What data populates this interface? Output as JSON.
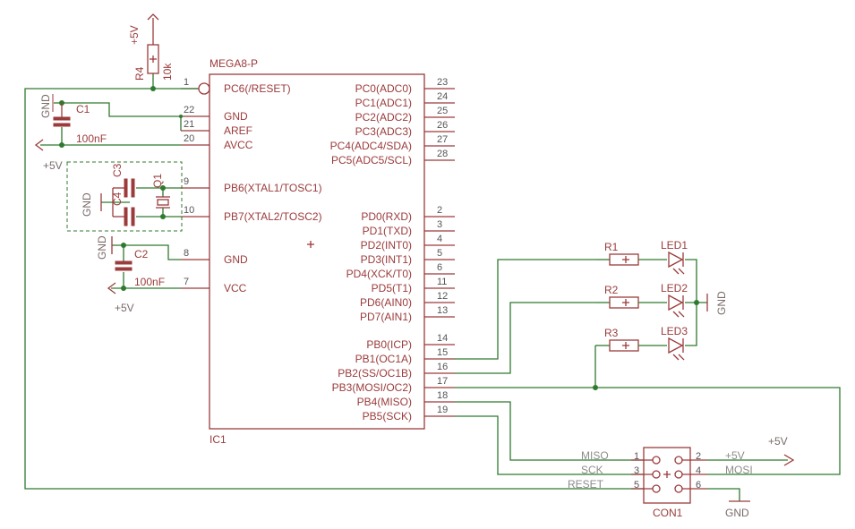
{
  "ic": {
    "name": "IC1",
    "value": "MEGA8-P",
    "left_pins": [
      {
        "num": "1",
        "label": "PC6(/RESET)"
      },
      {
        "num": "22",
        "label": "GND"
      },
      {
        "num": "21",
        "label": "AREF"
      },
      {
        "num": "20",
        "label": "AVCC"
      },
      {
        "num": "9",
        "label": "PB6(XTAL1/TOSC1)"
      },
      {
        "num": "10",
        "label": "PB7(XTAL2/TOSC2)"
      },
      {
        "num": "8",
        "label": "GND"
      },
      {
        "num": "7",
        "label": "VCC"
      }
    ],
    "right_pins": [
      {
        "num": "23",
        "label": "PC0(ADC0)"
      },
      {
        "num": "24",
        "label": "PC1(ADC1)"
      },
      {
        "num": "25",
        "label": "PC2(ADC2)"
      },
      {
        "num": "26",
        "label": "PC3(ADC3)"
      },
      {
        "num": "27",
        "label": "PC4(ADC4/SDA)"
      },
      {
        "num": "28",
        "label": "PC5(ADC5/SCL)"
      },
      {
        "num": "2",
        "label": "PD0(RXD)"
      },
      {
        "num": "3",
        "label": "PD1(TXD)"
      },
      {
        "num": "4",
        "label": "PD2(INT0)"
      },
      {
        "num": "5",
        "label": "PD3(INT1)"
      },
      {
        "num": "6",
        "label": "PD4(XCK/T0)"
      },
      {
        "num": "11",
        "label": "PD5(T1)"
      },
      {
        "num": "12",
        "label": "PD6(AIN0)"
      },
      {
        "num": "13",
        "label": "PD7(AIN1)"
      },
      {
        "num": "14",
        "label": "PB0(ICP)"
      },
      {
        "num": "15",
        "label": "PB1(OC1A)"
      },
      {
        "num": "16",
        "label": "PB2(SS/OC1B)"
      },
      {
        "num": "17",
        "label": "PB3(MOSI/OC2)"
      },
      {
        "num": "18",
        "label": "PB4(MISO)"
      },
      {
        "num": "19",
        "label": "PB5(SCK)"
      }
    ]
  },
  "r4": {
    "name": "R4",
    "value": "10k"
  },
  "c1": {
    "name": "C1",
    "value": "100nF"
  },
  "c2": {
    "name": "C2",
    "value": "100nF"
  },
  "c3": {
    "name": "C3"
  },
  "c4": {
    "name": "C4"
  },
  "q1": {
    "name": "Q1"
  },
  "resistors": [
    "R1",
    "R2",
    "R3"
  ],
  "leds": [
    "LED1",
    "LED2",
    "LED3"
  ],
  "supply": {
    "vcc": "+5V",
    "gnd": "GND"
  },
  "connector": {
    "name": "CON1",
    "pins": [
      "1",
      "2",
      "3",
      "4",
      "5",
      "6"
    ],
    "signals": {
      "miso": "MISO",
      "sck": "SCK",
      "reset": "RESET",
      "mosi": "MOSI",
      "vcc": "+5V",
      "gnd": "GND"
    }
  }
}
